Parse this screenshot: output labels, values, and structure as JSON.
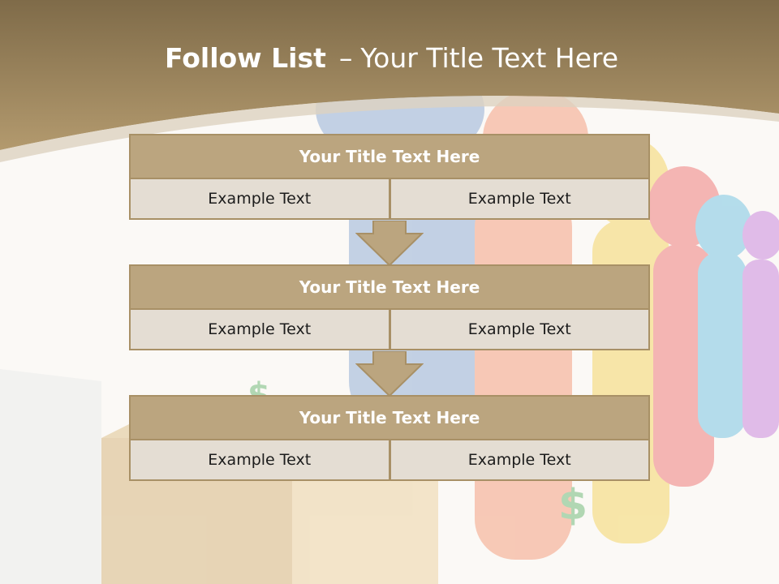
{
  "slide": {
    "title_bold": "Follow List",
    "title_dash": "–",
    "title_rest": "Your Title Text Here"
  },
  "blocks": [
    {
      "title": "Your Title Text Here",
      "left": "Example Text",
      "right": "Example Text"
    },
    {
      "title": "Your Title Text Here",
      "left": "Example Text",
      "right": "Example Text"
    },
    {
      "title": "Your Title Text Here",
      "left": "Example Text",
      "right": "Example Text"
    }
  ],
  "colors": {
    "header_brown": "#8d7753",
    "block_title_fill": "#bba57f",
    "block_cell_fill": "#e4ddd3",
    "border": "#a89066"
  }
}
